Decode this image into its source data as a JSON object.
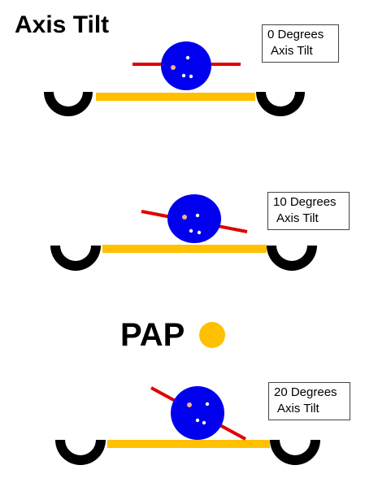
{
  "title": "Axis Tilt",
  "middle_label": "PAP",
  "colors": {
    "wheel": "#000000",
    "axle": "#FFC000",
    "body": "#0000EE",
    "tilt_line": "#E00000",
    "sensor_orange": "#F4B183",
    "sensor_white": "#FFFFFF",
    "pap_dot": "#FFC000"
  },
  "diagrams": [
    {
      "tilt_degrees": 0,
      "label_line1": "0 Degrees",
      "label_line2": "Axis Tilt"
    },
    {
      "tilt_degrees": 10,
      "label_line1": "10 Degrees",
      "label_line2": "Axis Tilt"
    },
    {
      "tilt_degrees": 20,
      "label_line1": "20 Degrees",
      "label_line2": "Axis Tilt"
    }
  ]
}
